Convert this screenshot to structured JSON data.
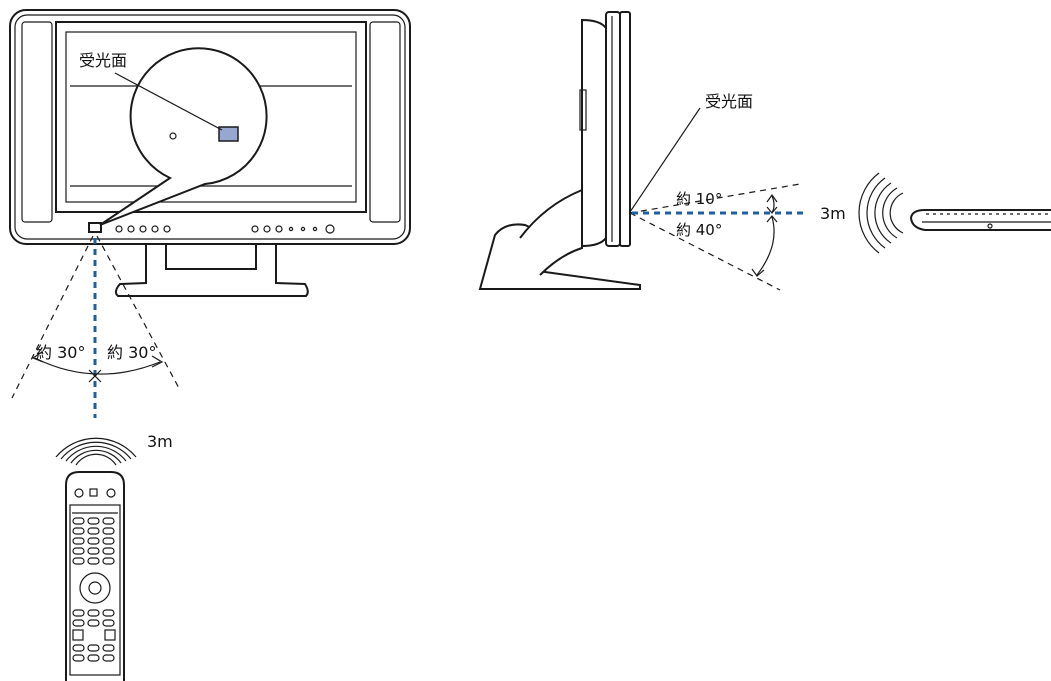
{
  "front_view": {
    "sensor_label": "受光面",
    "angle_left": "約 30°",
    "angle_right": "約 30°",
    "distance": "3m"
  },
  "side_view": {
    "sensor_label": "受光面",
    "angle_up": "約 10°",
    "angle_down": "約 40°",
    "distance": "3m"
  },
  "colors": {
    "accent_blue": "#1f5f9e",
    "sensor_fill": "#97a7cf"
  }
}
